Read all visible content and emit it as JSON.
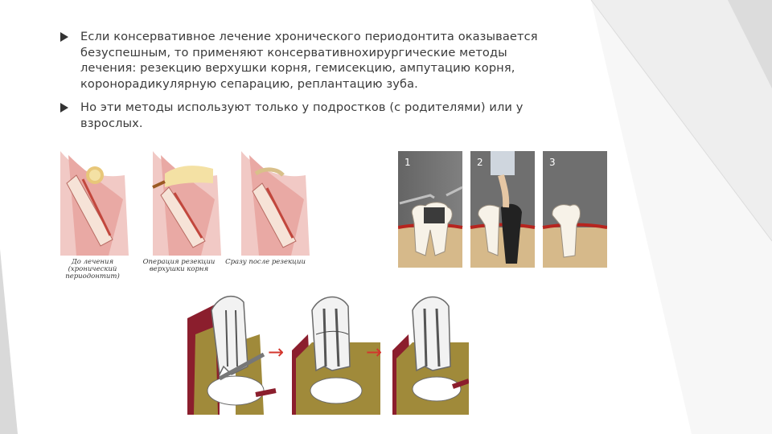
{
  "bullets": [
    {
      "lines": [
        "Если консервативное лечение хронического периодонтита оказывается",
        "безуспешным, то применяют консервативнохирургические методы",
        "лечения: резекцию верхушки корня, гемисекцию, ампутацию корня,",
        "коронорадикулярную сепарацию, реплантацию зуба."
      ]
    },
    {
      "lines": [
        "Но эти методы используют только у подростков (с родителями) или у",
        "взрослых."
      ]
    }
  ],
  "resection_figure": {
    "captions": [
      [
        "До лечения",
        "(хронический периодонтит)"
      ],
      [
        "Операция резекции",
        "верхушки корня"
      ],
      [
        "Сразу после резекции"
      ]
    ]
  },
  "hemisection_figure": {
    "step_numbers": [
      "1",
      "2",
      "3"
    ]
  },
  "bottom_figure": {
    "arrow_glyph": "→"
  },
  "colors": {
    "bullet_marker": "#333333",
    "gum_pink": "#e8a7a3",
    "bone_yellow": "#efd9a6",
    "panel_gray": "#6f6f6f",
    "arrow_red": "#d3362d"
  }
}
